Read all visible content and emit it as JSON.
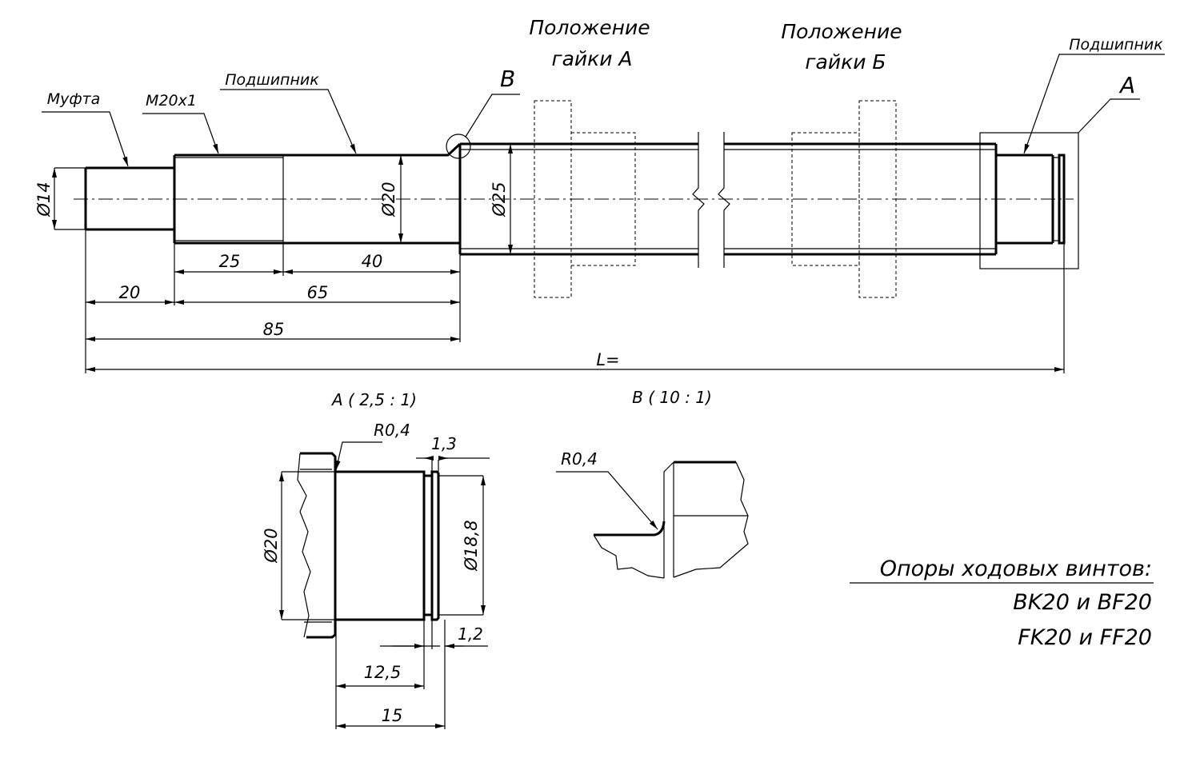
{
  "labels": {
    "coupling": "Муфта",
    "thread": "M20x1",
    "bearing_left": "Подшипник",
    "bearing_right": "Подшипник",
    "nut_a_line1": "Положение",
    "nut_a_line2": "гайки А",
    "nut_b_line1": "Положение",
    "nut_b_line2": "гайки Б",
    "callout_b": "B",
    "callout_a": "A"
  },
  "dimensions": {
    "d14": "Ø14",
    "d20": "Ø20",
    "d25": "Ø25",
    "l25": "25",
    "l40": "40",
    "l20": "20",
    "l65": "65",
    "l85": "85",
    "total": "L="
  },
  "detail_a": {
    "title": "A ( 2,5 : 1)",
    "radius": "R0,4",
    "groove_width": "1,3",
    "lip_width": "1,2",
    "d20": "Ø20",
    "d18_8": "Ø18,8",
    "l12_5": "12,5",
    "l15": "15"
  },
  "detail_b": {
    "title": "B ( 10 : 1)",
    "radius": "R0,4"
  },
  "notes": {
    "heading": "Опоры ходовых винтов:",
    "line1": "BK20 и BF20",
    "line2": "FK20 и FF20"
  }
}
